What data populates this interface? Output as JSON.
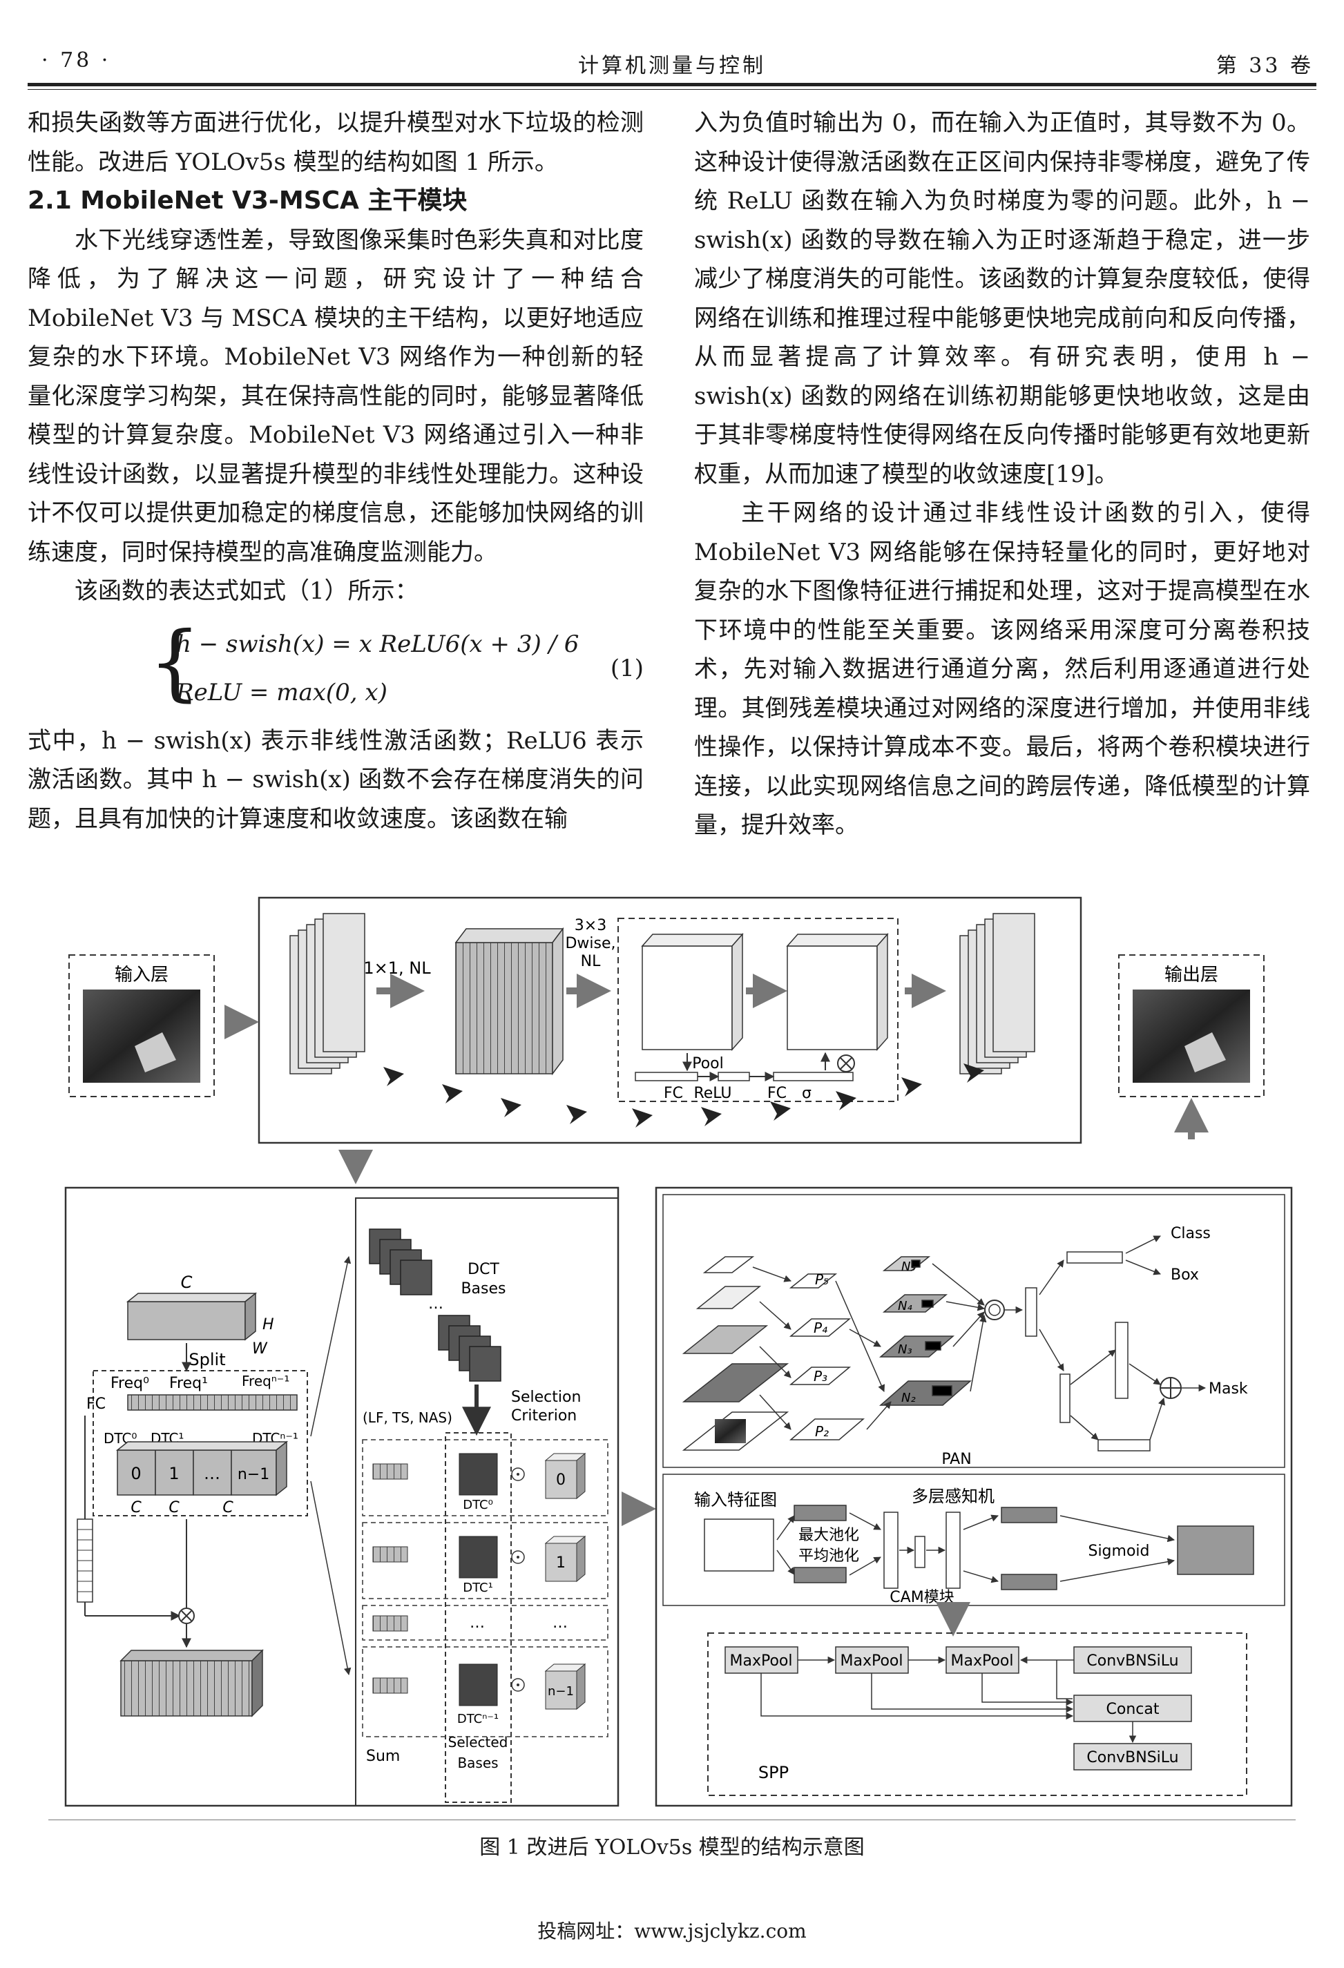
{
  "header": {
    "page_no": "· 78 ·",
    "journal": "计算机测量与控制",
    "volume": "第 33 卷"
  },
  "left_col": {
    "p1": "和损失函数等方面进行优化，以提升模型对水下垃圾的检测性能。改进后 YOLOv5s 模型的结构如图 1 所示。",
    "heading": "2.1   MobileNet V3-MSCA 主干模块",
    "p2": "水下光线穿透性差，导致图像采集时色彩失真和对比度降低，为了解决这一问题，研究设计了一种结合 MobileNet V3 与 MSCA 模块的主干结构，以更好地适应复杂的水下环境。MobileNet V3 网络作为一种创新的轻量化深度学习构架，其在保持高性能的同时，能够显著降低模型的计算复杂度。MobileNet V3 网络通过引入一种非线性设计函数，以显著提升模型的非线性处理能力。这种设计不仅可以提供更加稳定的梯度信息，还能够加快网络的训练速度，同时保持模型的高准确度监测能力。",
    "p3": "该函数的表达式如式（1）所示：",
    "eq_line1": "h − swish(x) = x ReLU6(x + 3) / 6",
    "eq_line2": "ReLU = max(0, x)",
    "eq_num": "(1)",
    "p4": "式中，h − swish(x) 表示非线性激活函数；ReLU6 表示激活函数。其中 h − swish(x) 函数不会存在梯度消失的问题，且具有加快的计算速度和收敛速度。该函数在输"
  },
  "right_col": {
    "p1": "入为负值时输出为 0，而在输入为正值时，其导数不为 0。这种设计使得激活函数在正区间内保持非零梯度，避免了传统 ReLU 函数在输入为负时梯度为零的问题。此外，h − swish(x) 函数的导数在输入为正时逐渐趋于稳定，进一步减少了梯度消失的可能性。该函数的计算复杂度较低，使得网络在训练和推理过程中能够更快地完成前向和反向传播，从而显著提高了计算效率。有研究表明，使用 h − swish(x) 函数的网络在训练初期能够更快地收敛，这是由于其非零梯度特性使得网络在反向传播时能够更有效地更新权重，从而加速了模型的收敛速度[19]。",
    "p2": "主干网络的设计通过非线性设计函数的引入，使得 MobileNet V3 网络能够在保持轻量化的同时，更好地对复杂的水下图像特征进行捕捉和处理，这对于提高模型在水下环境中的性能至关重要。该网络采用深度可分离卷积技术，先对输入数据进行通道分离，然后利用逐通道进行处理。其倒残差模块通过对网络的深度进行增加，并使用非线性操作，以保持计算成本不变。最后，将两个卷积模块进行连接，以此实现网络信息之间的跨层传递，降低模型的计算量，提升效率。"
  },
  "figure": {
    "input_label": "输入层",
    "output_label": "输出层",
    "conv1": "1×1, NL",
    "dwise": "3×3",
    "dwise2": "Dwise,",
    "dwise3": "NL",
    "pool": "Pool",
    "fc1": "FC",
    "relu": "ReLU",
    "fc2": "FC",
    "sigma": "σ",
    "c_top": "C",
    "h_top": "H",
    "w_top": "W",
    "split": "Split",
    "freq0": "Freq⁰",
    "freq1": "Freq¹",
    "freqn": "Freqⁿ⁻¹",
    "fc_left": "FC",
    "dtc0": "DTC⁰",
    "dtc1": "DTC¹",
    "dtcn": "DTCⁿ⁻¹",
    "blk0": "0",
    "blk1": "1",
    "blkdots": "…",
    "blkn": "n−1",
    "c_bottom": "C",
    "dct_bases": "DCT",
    "dct_bases2": "Bases",
    "sel_crit": "Selection",
    "sel_crit2": "Criterion",
    "lf": "(LF, TS, NAS)",
    "dots": "…",
    "sum": "Sum",
    "selected": "Selected",
    "bases": "Bases",
    "class": "Class",
    "box": "Box",
    "mask": "Mask",
    "p5": "P₅",
    "p4": "P₄",
    "p3": "P₃",
    "p2": "P₂",
    "n5": "N₅",
    "n4": "N₄",
    "n3": "N₃",
    "n2": "N₂",
    "pan": "PAN",
    "input_feat": "输入特征图",
    "maxpool_cn": "最大池化",
    "avgpool_cn": "平均池化",
    "mlp": "多层感知机",
    "sigmoid": "Sigmoid",
    "cam": "CAM模块",
    "maxpool": "MaxPool",
    "convbn": "ConvBNSiLu",
    "concat": "Concat",
    "spp": "SPP"
  },
  "caption": "图 1   改进后 YOLOv5s 模型的结构示意图",
  "footer": "投稿网址：www.jsjclykz.com"
}
